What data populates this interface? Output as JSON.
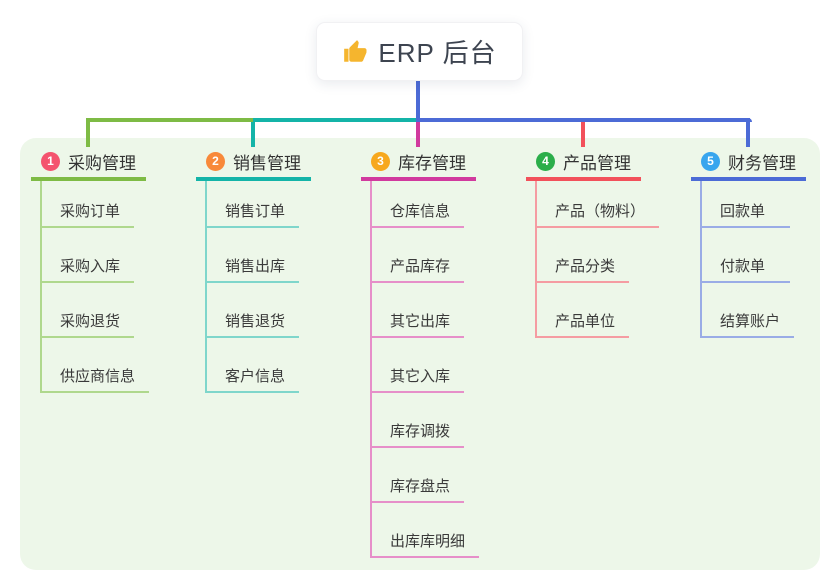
{
  "root": {
    "label": "ERP 后台",
    "icon": "thumbs-up-icon"
  },
  "branches": [
    {
      "index": "1",
      "label": "采购管理",
      "badge_color": "#F4536E",
      "line_color": "#7EBB45",
      "light_color": "#AFD88D",
      "children": [
        "采购订单",
        "采购入库",
        "采购退货",
        "供应商信息"
      ]
    },
    {
      "index": "2",
      "label": "销售管理",
      "badge_color": "#F8893A",
      "line_color": "#14B4A8",
      "light_color": "#7FD6CB",
      "children": [
        "销售订单",
        "销售出库",
        "销售退货",
        "客户信息"
      ]
    },
    {
      "index": "3",
      "label": "库存管理",
      "badge_color": "#F7A81D",
      "line_color": "#D13A9E",
      "light_color": "#E68FC9",
      "children": [
        "仓库信息",
        "产品库存",
        "其它出库",
        "其它入库",
        "库存调拨",
        "库存盘点",
        "出库库明细"
      ]
    },
    {
      "index": "4",
      "label": "产品管理",
      "badge_color": "#2BAE4A",
      "line_color": "#F2515B",
      "light_color": "#F59CA2",
      "children": [
        "产品（物料）",
        "产品分类",
        "产品单位"
      ]
    },
    {
      "index": "5",
      "label": "财务管理",
      "badge_color": "#38A5EE",
      "line_color": "#4C6BD6",
      "light_color": "#9AACE6",
      "children": [
        "回款单",
        "付款单",
        "结算账户"
      ]
    }
  ],
  "colors": {
    "canvas_bg": "#FFFFFF",
    "panel_bg": "#EDF7E9",
    "root_line": "#4C6BD6",
    "root_text": "#3D4450",
    "title_text": "#333333",
    "child_text": "#3A3A3A",
    "thumb_icon": "#F5B52E"
  }
}
